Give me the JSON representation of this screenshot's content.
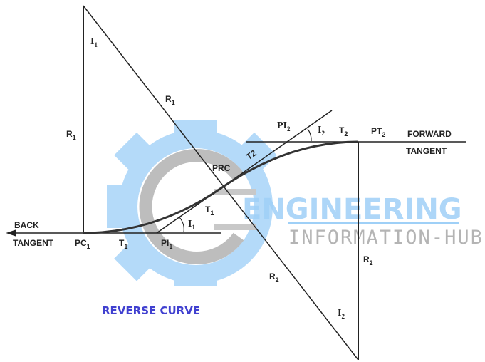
{
  "caption": "REVERSE CURVE",
  "watermark": {
    "line1": "ENGINEERING",
    "line2": "INFORMATION-HUB",
    "gear_color": "#a8d4f8",
    "text_color": "#9fd0f7",
    "gray": "#b4b4b4"
  },
  "labels": {
    "i1_top": "I",
    "r1_diag": "R",
    "r1_vert": "R",
    "prc": "PRC",
    "t1_curve": "T",
    "i1_angle": "I",
    "back": "BACK",
    "tangent_back": "TANGENT",
    "pc1": "PC",
    "t1_base": "T",
    "pi1": "PI",
    "pi2": "PI",
    "i2_angle": "I",
    "t2_top": "T",
    "pt2": "PT",
    "forward": "FORWARD",
    "tangent_fwd": "TANGENT",
    "t2_rot": "T2",
    "r2_vert": "R",
    "r2_diag": "R",
    "i2_bottom": "I",
    "sub1": "1",
    "sub2": "2"
  },
  "colors": {
    "caption": "#4040d0",
    "lines": "#222222"
  }
}
